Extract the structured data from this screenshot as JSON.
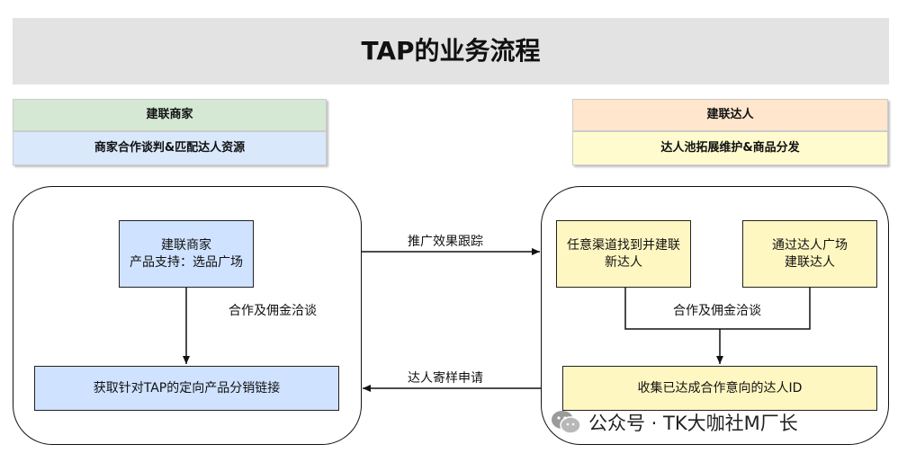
{
  "title": "TAP的业务流程",
  "left": {
    "header": "建联商家",
    "subheader": "商家合作谈判&匹配达人资源",
    "node_top": "建联商家\n产品支持：选品广场",
    "edge_label": "合作及佣金洽谈",
    "node_bottom": "获取针对TAP的定向产品分销链接"
  },
  "right": {
    "header": "建联达人",
    "subheader": "达人池拓展维护&商品分发",
    "node_left": "任意渠道找到并建联\n新达人",
    "node_right": "通过达人广场\n建联达人",
    "edge_label": "合作及佣金洽谈",
    "node_bottom": "收集已达成合作意向的达人ID"
  },
  "cross": {
    "top_label": "推广效果跟踪",
    "bottom_label": "达人寄样申请"
  },
  "footer": {
    "text": "公众号 · TK大咖社M厂长",
    "icon": "wechat-icon"
  },
  "colors": {
    "title_bg": "#e3e3e3",
    "green": "#d5e8d4",
    "blue": "#dae8fc",
    "orange": "#ffe6cc",
    "yellow": "#fffbcf"
  }
}
